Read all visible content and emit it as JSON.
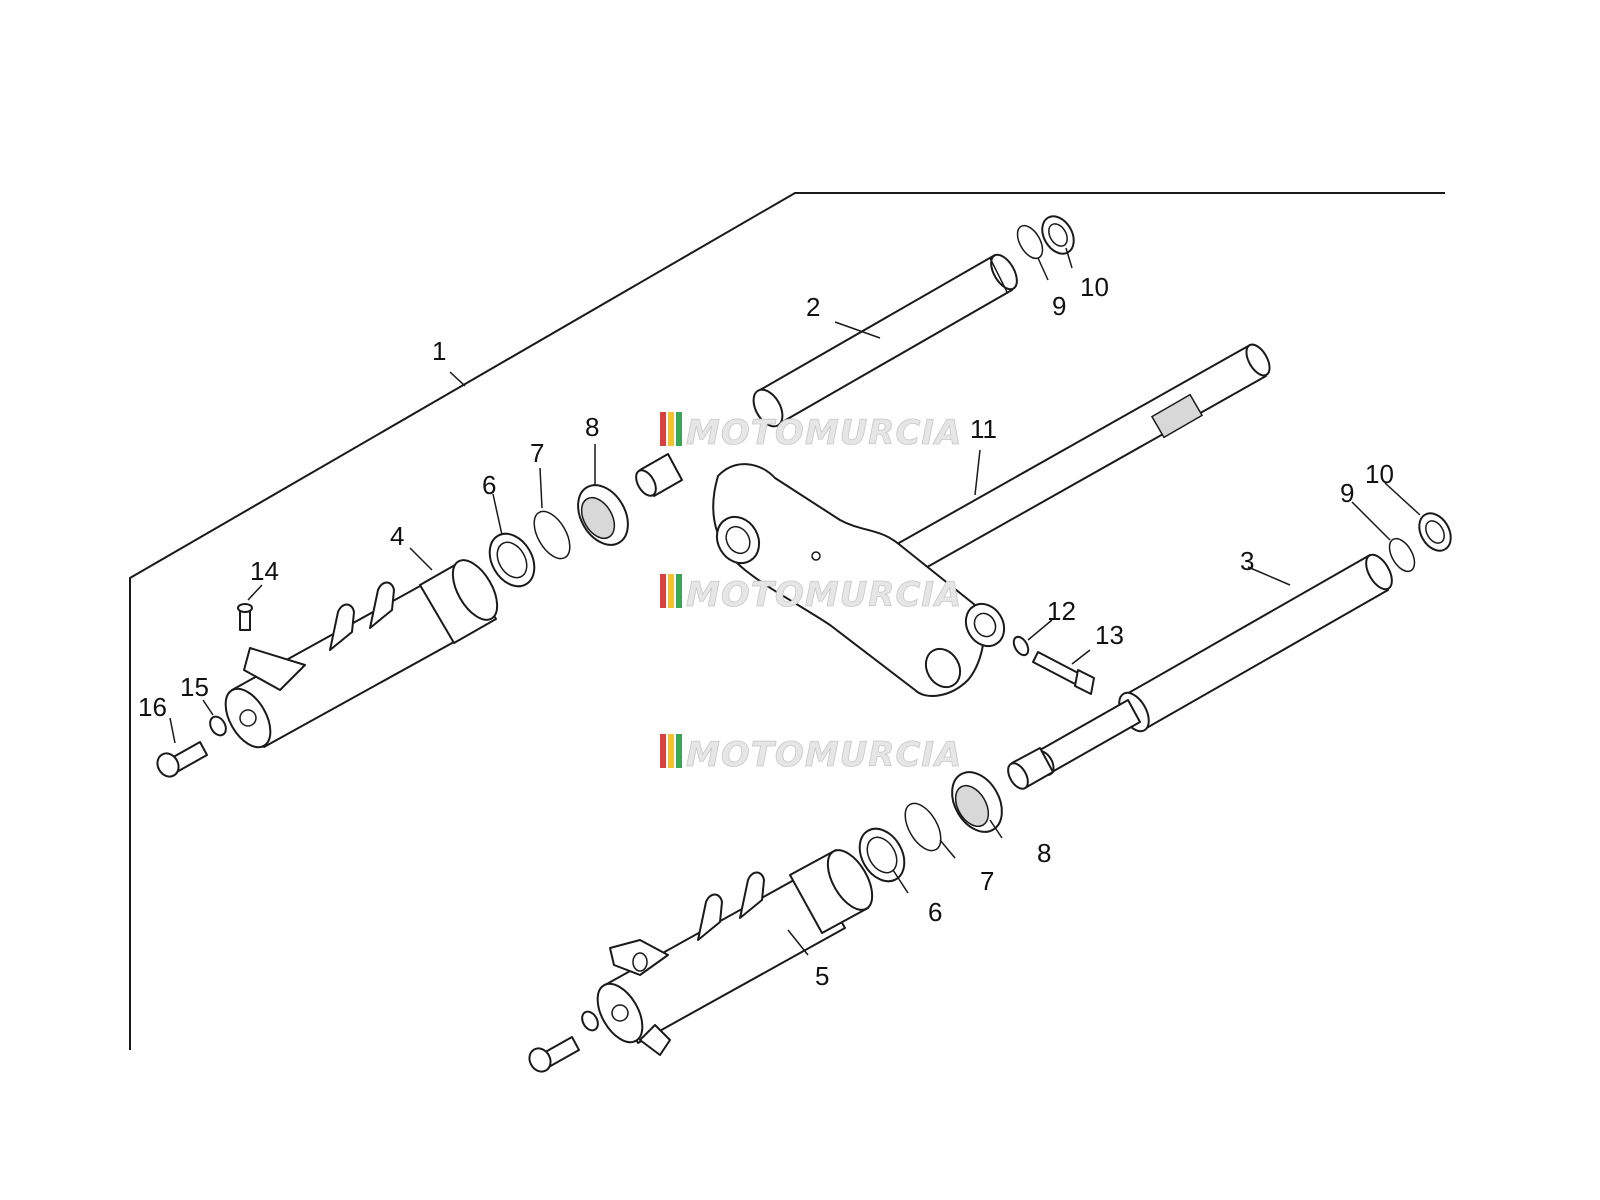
{
  "diagram": {
    "callouts": [
      {
        "id": "c1",
        "text": "1"
      },
      {
        "id": "c2",
        "text": "2"
      },
      {
        "id": "c3",
        "text": "3"
      },
      {
        "id": "c4",
        "text": "4"
      },
      {
        "id": "c5",
        "text": "5"
      },
      {
        "id": "c6a",
        "text": "6"
      },
      {
        "id": "c6b",
        "text": "6"
      },
      {
        "id": "c7a",
        "text": "7"
      },
      {
        "id": "c7b",
        "text": "7"
      },
      {
        "id": "c8a",
        "text": "8"
      },
      {
        "id": "c8b",
        "text": "8"
      },
      {
        "id": "c9a",
        "text": "9"
      },
      {
        "id": "c9b",
        "text": "9"
      },
      {
        "id": "c10a",
        "text": "10"
      },
      {
        "id": "c10b",
        "text": "10"
      },
      {
        "id": "c11",
        "text": "11"
      },
      {
        "id": "c12",
        "text": "12"
      },
      {
        "id": "c13",
        "text": "13"
      },
      {
        "id": "c14",
        "text": "14"
      },
      {
        "id": "c15",
        "text": "15"
      },
      {
        "id": "c16",
        "text": "16"
      }
    ]
  },
  "watermark": {
    "text": "MOTOMURCIA",
    "stripe_colors": [
      "#d94040",
      "#f2c230",
      "#3aa655"
    ]
  }
}
